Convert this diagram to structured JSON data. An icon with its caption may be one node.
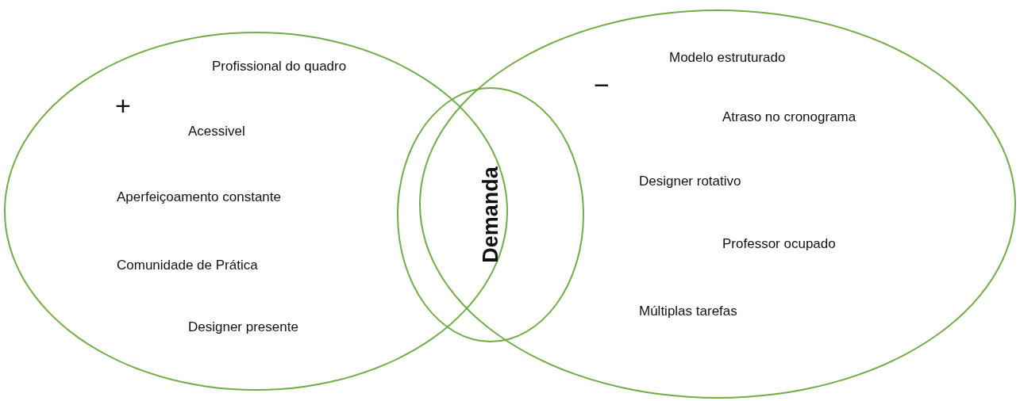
{
  "diagram": {
    "nodes": [
      {
        "text": [
          "Profissional do quadro",
          "+",
          "Acessivel",
          "Aperfeiçoamento constante",
          "Comunidade de Prática",
          "Designer presente"
        ]
      },
      {
        "text": [
          "Demanda"
        ]
      },
      {
        "text": [
          "Modelo estruturado",
          "−",
          "Atraso no cronograma",
          "Designer rotativo",
          "Professor ocupado",
          "Múltiplas tarefas"
        ]
      }
    ]
  }
}
